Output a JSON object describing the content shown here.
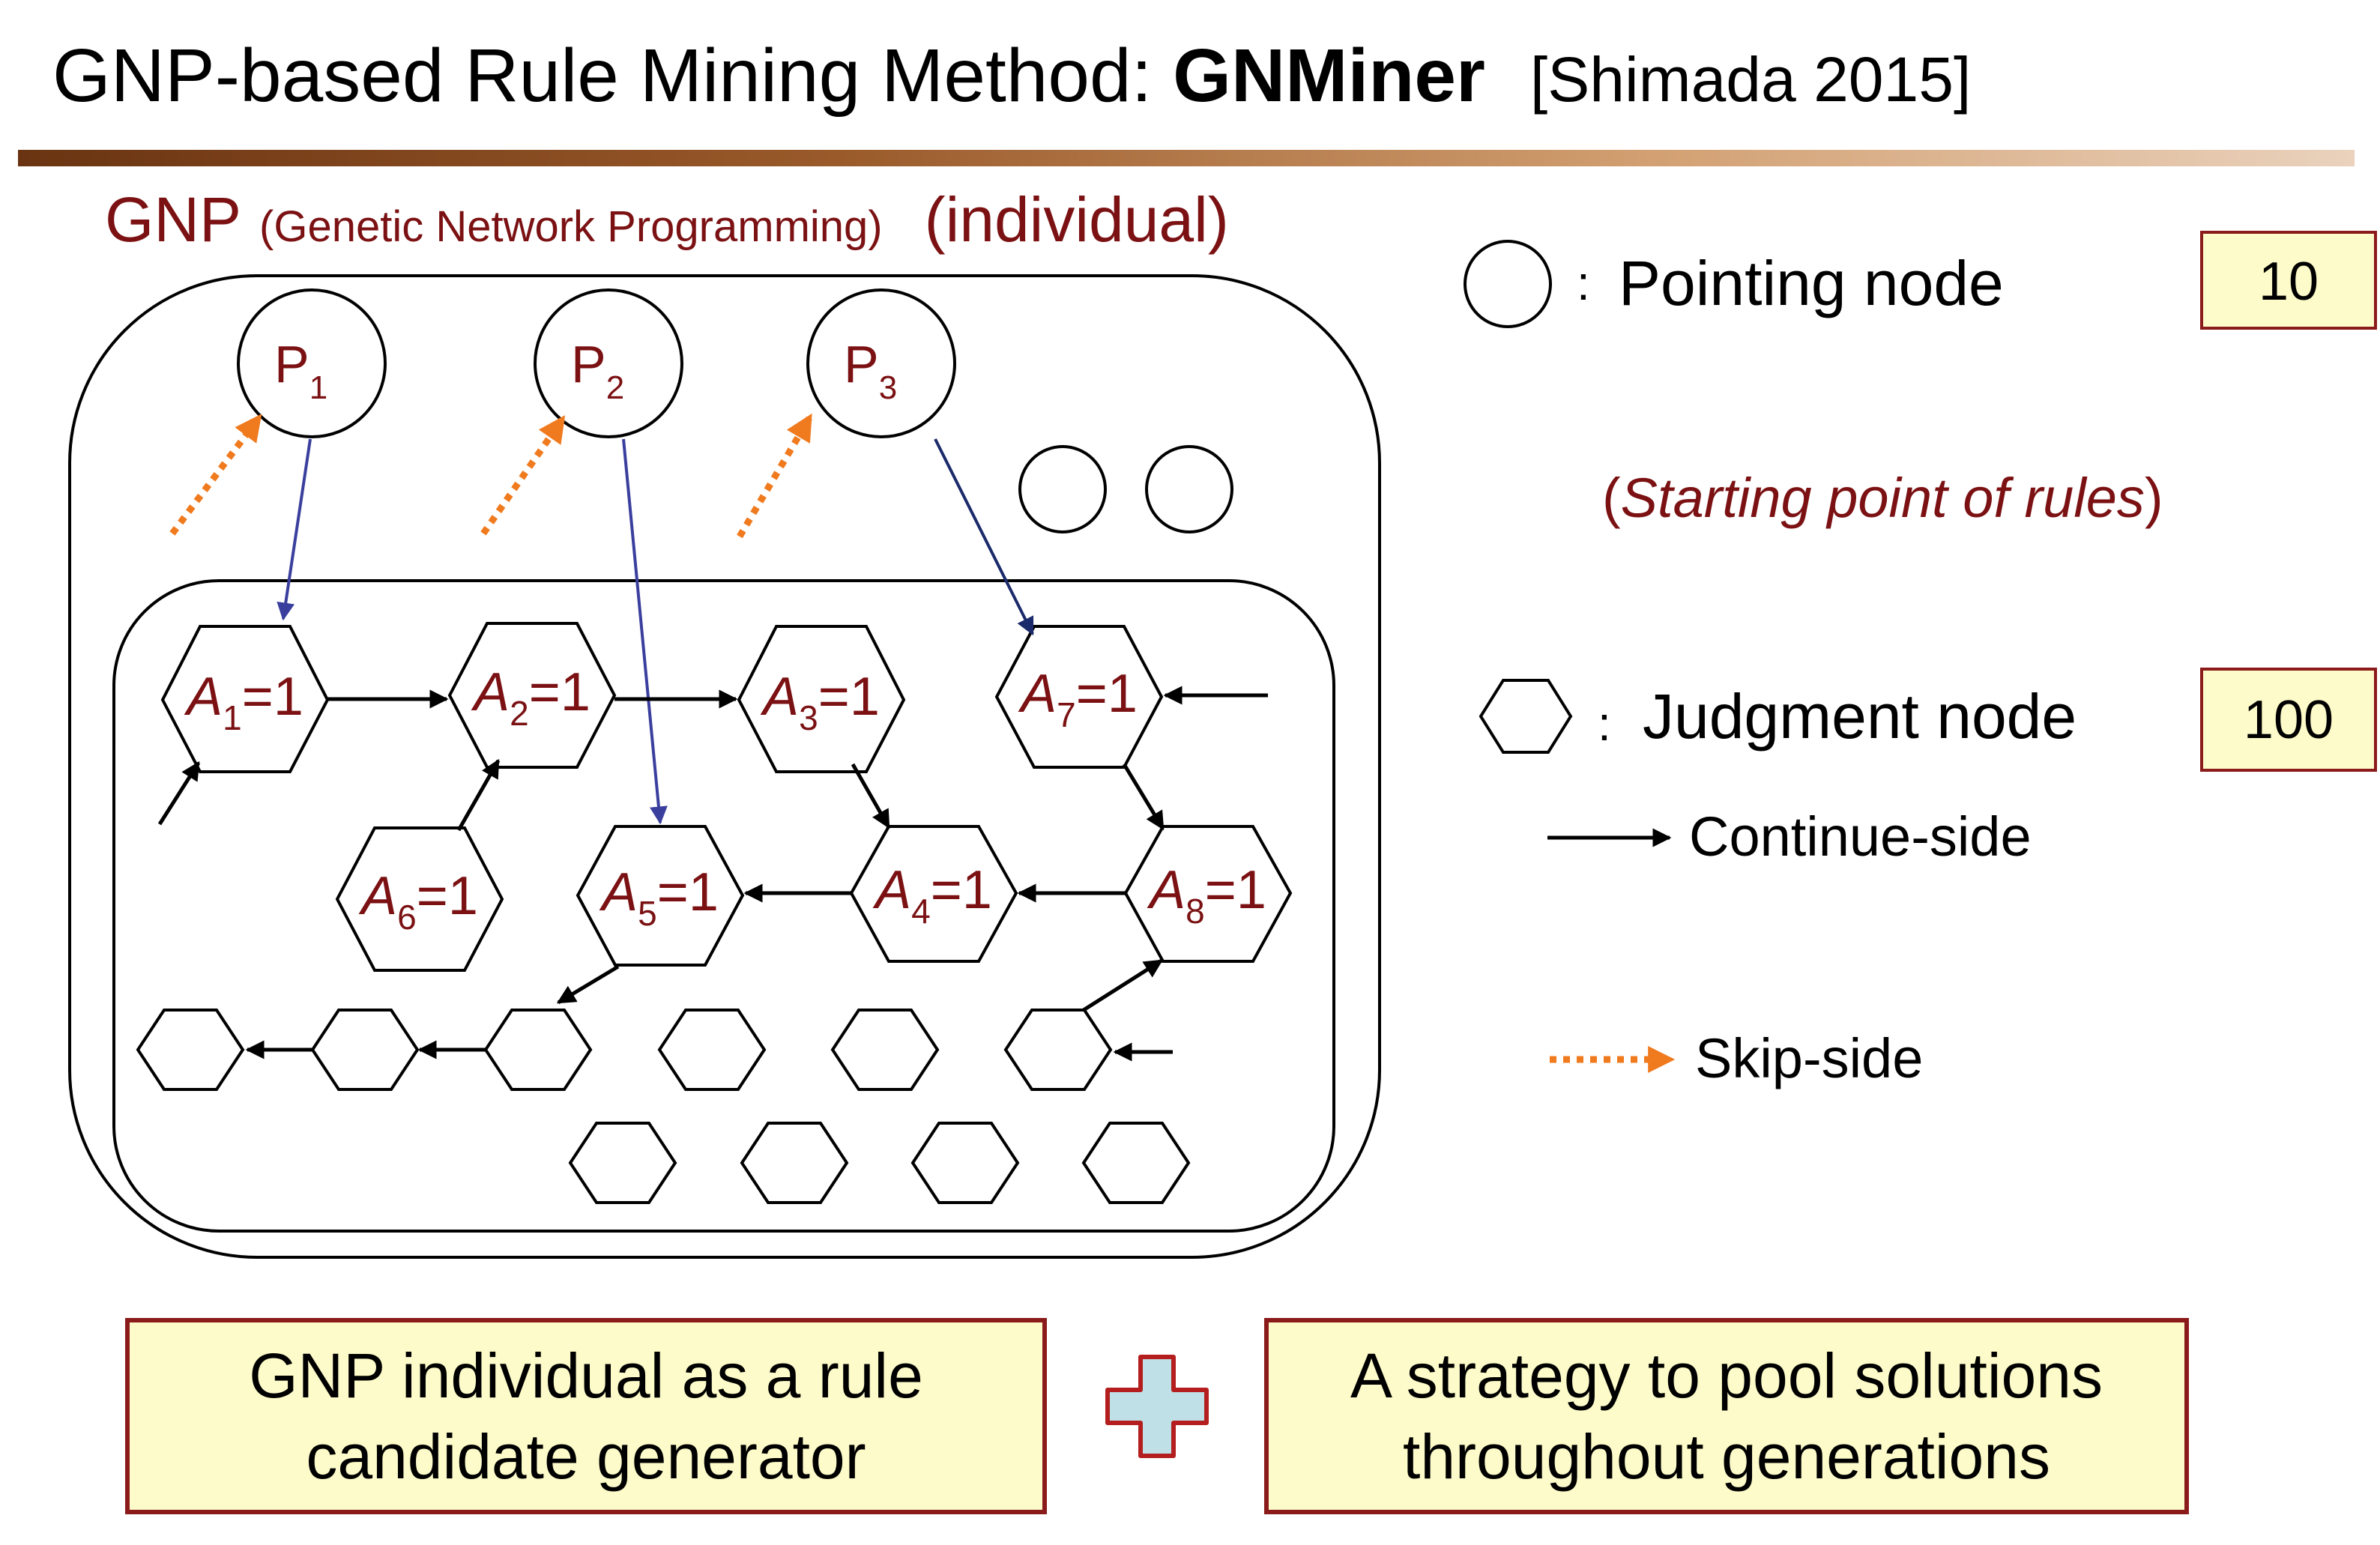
{
  "slide": {
    "title_plain": "GNP-based Rule Mining Method: ",
    "title_bold": "GNMiner",
    "title_cite": "[Shimada 2015]"
  },
  "gnp": {
    "label_main": "GNP",
    "label_full": "(Genetic Network Programming)",
    "label_individual": "(individual)"
  },
  "pointing_nodes": [
    {
      "letter": "P",
      "sub": "1"
    },
    {
      "letter": "P",
      "sub": "2"
    },
    {
      "letter": "P",
      "sub": "3"
    }
  ],
  "judgment_nodes": [
    {
      "var": "A",
      "sub": "1",
      "value": "=1"
    },
    {
      "var": "A",
      "sub": "2",
      "value": "=1"
    },
    {
      "var": "A",
      "sub": "3",
      "value": "=1"
    },
    {
      "var": "A",
      "sub": "7",
      "value": "=1"
    },
    {
      "var": "A",
      "sub": "6",
      "value": "=1"
    },
    {
      "var": "A",
      "sub": "5",
      "value": "=1"
    },
    {
      "var": "A",
      "sub": "4",
      "value": "=1"
    },
    {
      "var": "A",
      "sub": "8",
      "value": "=1"
    }
  ],
  "legend": {
    "sep": ":",
    "pointing": "Pointing node",
    "pointing_count": "10",
    "starting_open": "(",
    "starting_italic": "Starting point of rules",
    "starting_close": ")",
    "judgment": "Judgment node",
    "judgment_count": "100",
    "continue": "Continue-side",
    "skip": "Skip-side"
  },
  "bottom": {
    "left_line1": "GNP individual as a rule",
    "left_line2": "candidate generator",
    "right_line1": "A strategy to pool solutions",
    "right_line2": "throughout generations"
  },
  "colors": {
    "dark_red": "#7b1113",
    "pointer_blue": "#3a3f9e",
    "pointer_navy": "#1b2a6b",
    "skip_orange": "#f07a1e",
    "box_fill": "#fdfbc9",
    "box_border": "#8b1a1a",
    "plus_fill": "#bfe0e6",
    "plus_border": "#b41e1e"
  }
}
